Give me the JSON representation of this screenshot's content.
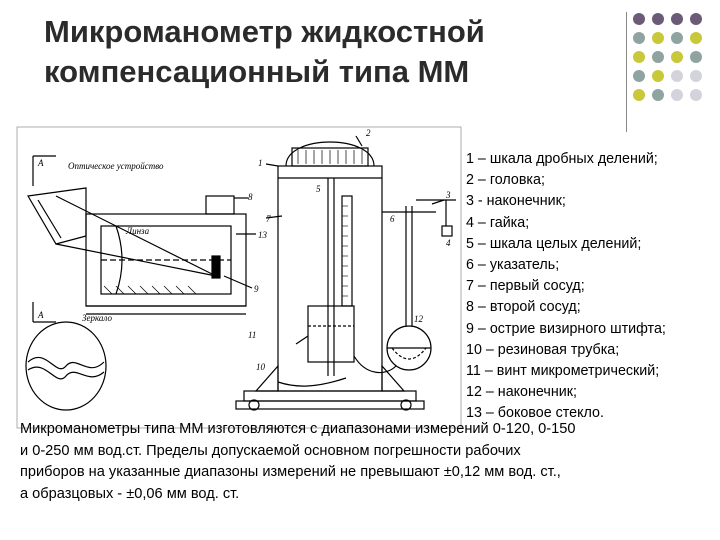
{
  "title": {
    "line1": "Микроманометр жидкостной",
    "line2": "компенсационный типа ММ"
  },
  "decoration": {
    "dot_colors": [
      "#6b5a78",
      "#8fa3a0",
      "#c8c83a",
      "#d3d3dc"
    ]
  },
  "figure": {
    "icon": "micromanometer-diagram",
    "labels": {
      "optical": "Оптическое устройство",
      "lens": "Линза",
      "mirror": "Зеркало",
      "a_top": "А",
      "a_bottom": "А",
      "n1": "1",
      "n2": "2",
      "n3": "3",
      "n4": "4",
      "n5": "5",
      "n6": "6",
      "n7": "7",
      "n8": "8",
      "n9": "9",
      "n10": "10",
      "n11": "11",
      "n12": "12",
      "n13": "13"
    }
  },
  "legend": {
    "items": [
      "1 – шкала дробных делений;",
      "2 – головка;",
      "3 -  наконечник;",
      "4 – гайка;",
      "5 – шкала целых делений;",
      "6 – указатель;",
      "7 – первый сосуд;",
      "8 – второй сосуд;",
      "9 – острие визирного штифта;",
      "10 – резиновая трубка;",
      "11 – винт микрометрический;",
      "12 – наконечник;",
      "13 – боковое стекло."
    ]
  },
  "paragraph": {
    "lines": [
      "Микроманометры типа ММ изготовляются с диапазонами измерений 0-120, 0-150",
      "и 0-250 мм вод.ст. Пределы допускаемой основном погрешности рабочих",
      "приборов на указанные диапазоны измерений не превышают ±0,12 мм вод. ст.,",
      "а образцовых - ±0,06 мм вод. ст."
    ]
  }
}
